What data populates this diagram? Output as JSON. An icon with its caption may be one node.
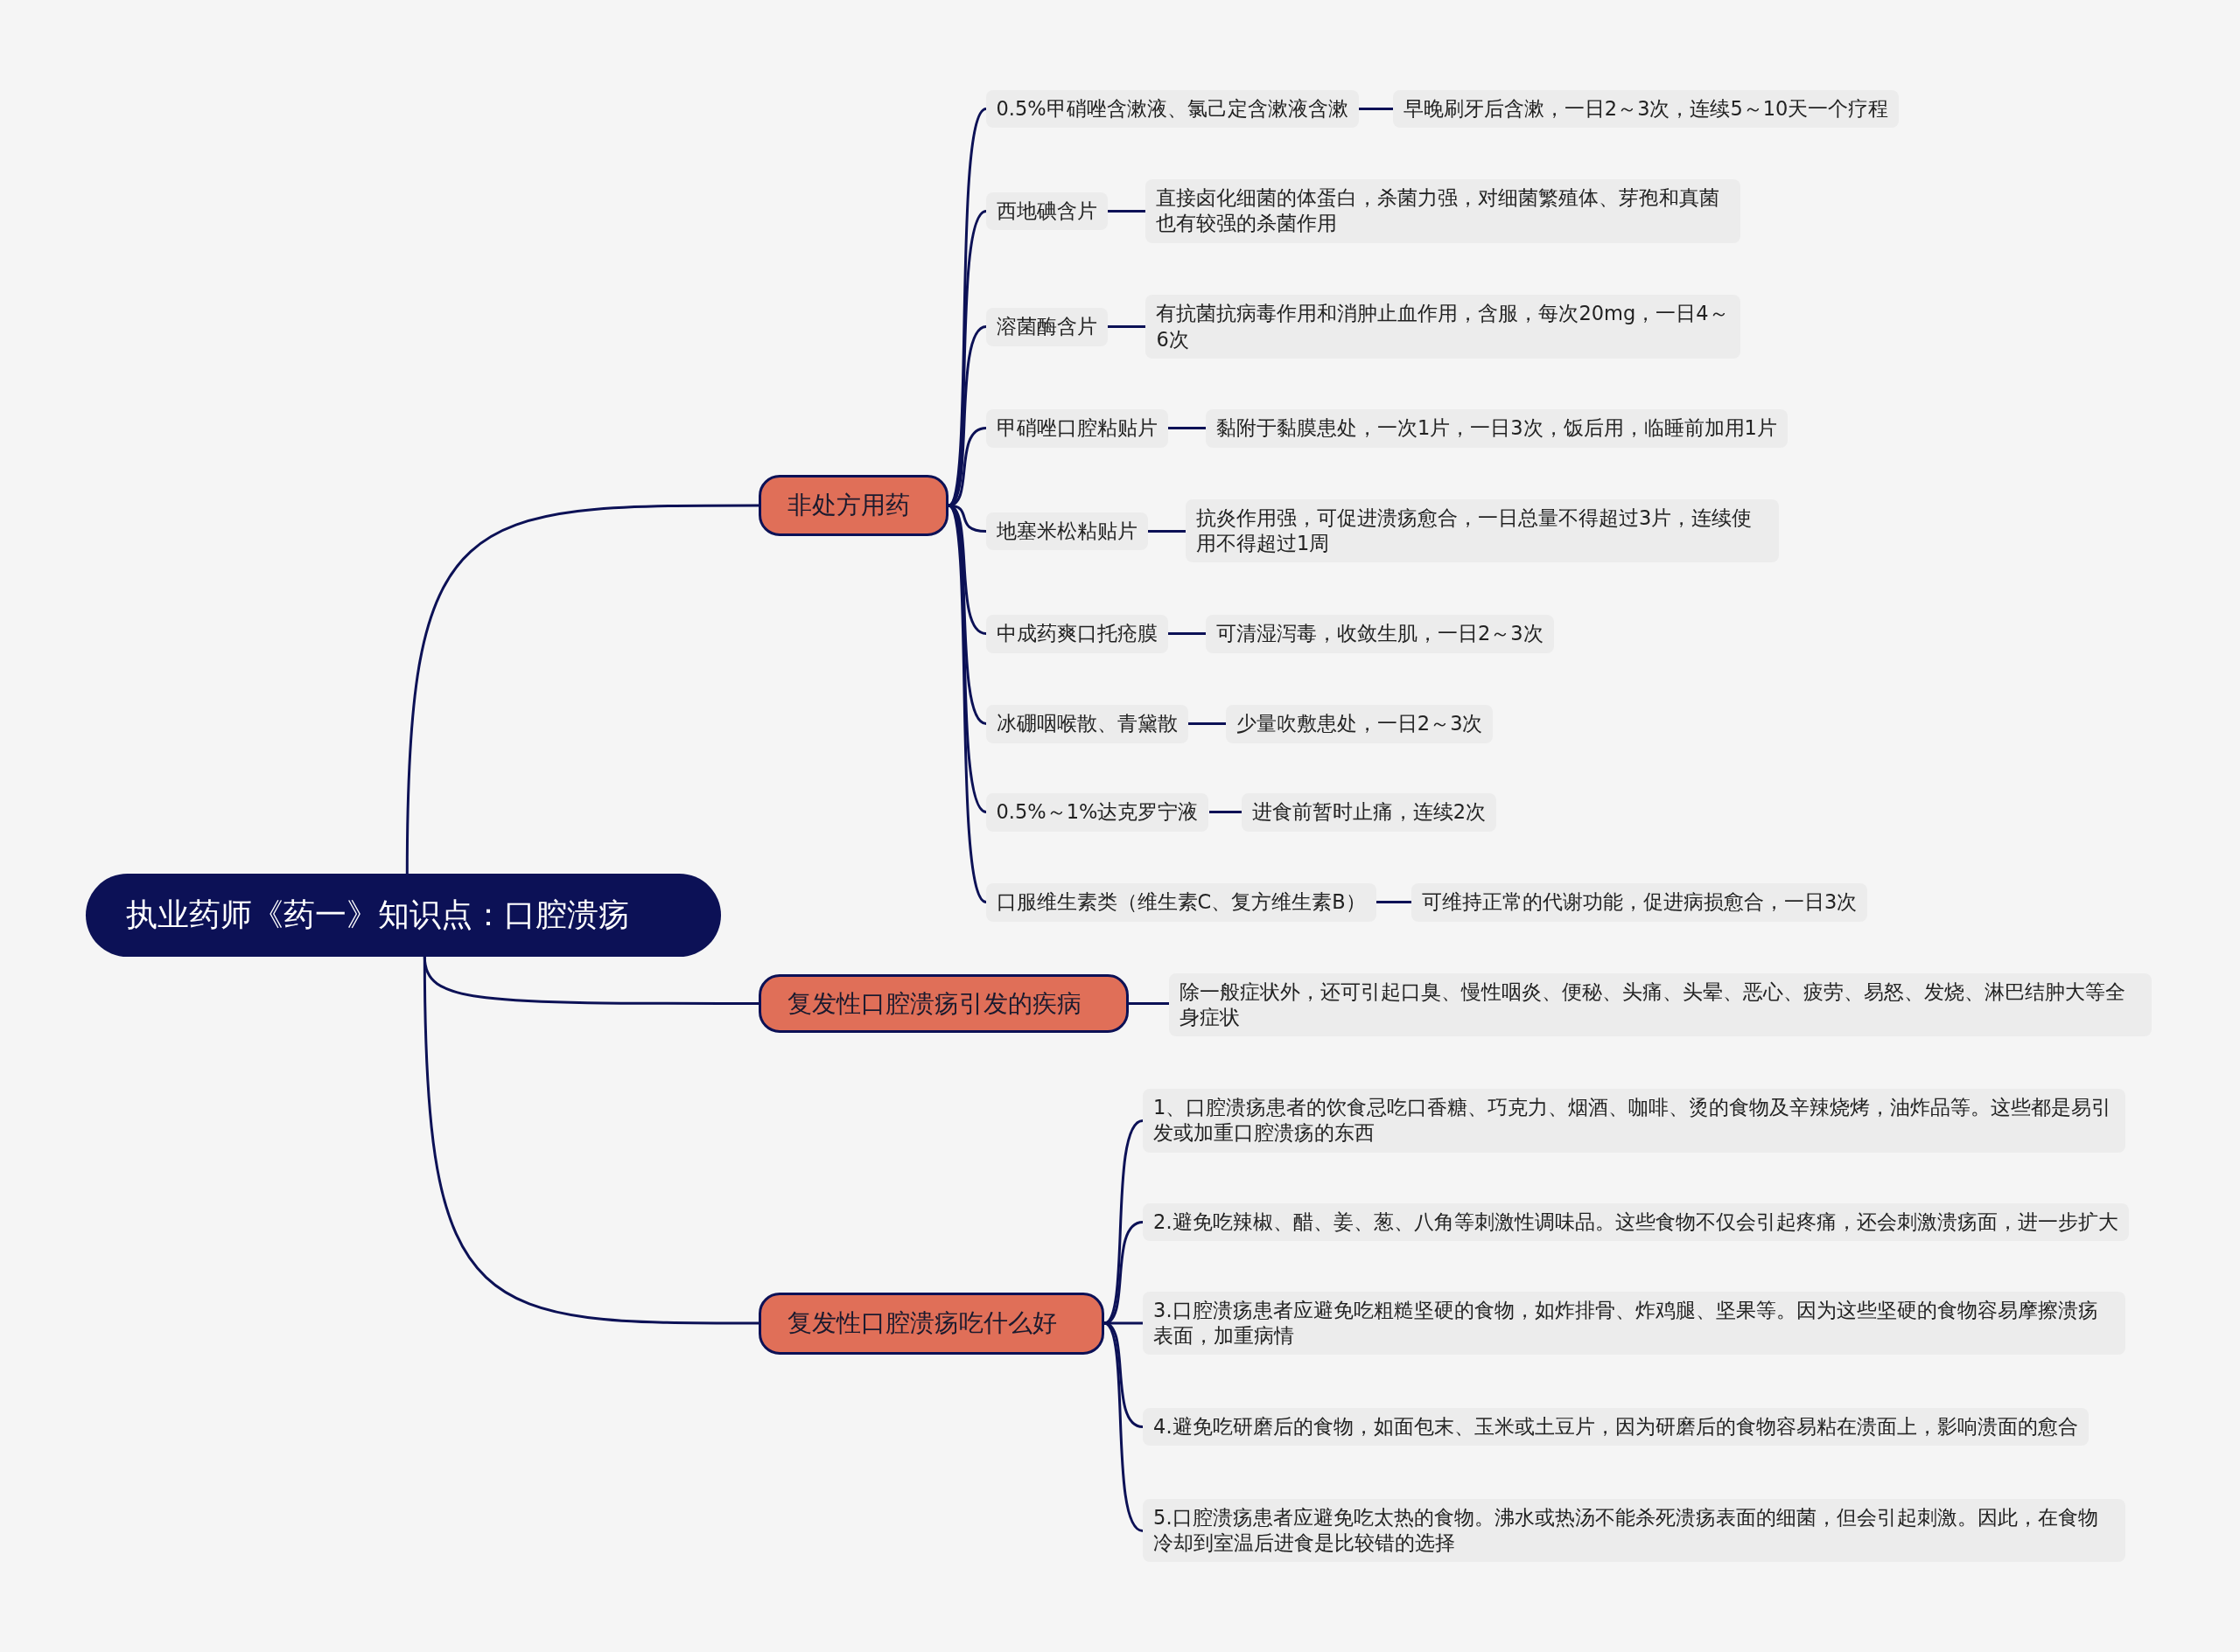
{
  "diagram": {
    "nodes": [
      {
        "text": [
          "执业药师《药一》知识点：口腔溃疡"
        ]
      },
      {
        "text": [
          "非处方用药"
        ]
      },
      {
        "text": [
          "0.5%甲硝唑含漱液、氯己定含漱液含漱"
        ]
      },
      {
        "text": [
          "早晚刷牙后含漱，一日2～3次，连续5～10天一个疗程"
        ]
      },
      {
        "text": [
          "西地碘含片"
        ]
      },
      {
        "text": [
          "直接卤化细菌的体蛋白，杀菌力强，对细菌繁殖体、芽孢和真菌也有较强的杀菌作用"
        ]
      },
      {
        "text": [
          "溶菌酶含片"
        ]
      },
      {
        "text": [
          "有抗菌抗病毒作用和消肿止血作用，含服，每次20mg，一日4～6次"
        ]
      },
      {
        "text": [
          "甲硝唑口腔粘贴片"
        ]
      },
      {
        "text": [
          "黏附于黏膜患处，一次1片，一日3次，饭后用，临睡前加用1片"
        ]
      },
      {
        "text": [
          "地塞米松粘贴片"
        ]
      },
      {
        "text": [
          "抗炎作用强，可促进溃疡愈合，一日总量不得超过3片，连续使用不得超过1周"
        ]
      },
      {
        "text": [
          "中成药爽口托疮膜"
        ]
      },
      {
        "text": [
          "可清湿泻毒，收敛生肌，一日2～3次"
        ]
      },
      {
        "text": [
          "冰硼咽喉散、青黛散"
        ]
      },
      {
        "text": [
          "少量吹敷患处，一日2～3次"
        ]
      },
      {
        "text": [
          "0.5%～1%达克罗宁液"
        ]
      },
      {
        "text": [
          "进食前暂时止痛，连续2次"
        ]
      },
      {
        "text": [
          "口服维生素类（维生素C、复方维生素B）"
        ]
      },
      {
        "text": [
          "可维持正常的代谢功能，促进病损愈合，一日3次"
        ]
      },
      {
        "text": [
          "复发性口腔溃疡引发的疾病"
        ]
      },
      {
        "text": [
          "除一般症状外，还可引起口臭、慢性咽炎、便秘、头痛、头晕、恶心、疲劳、易怒、发烧、淋巴结肿大等全身症状"
        ]
      },
      {
        "text": [
          "复发性口腔溃疡吃什么好"
        ]
      },
      {
        "text": [
          "1、口腔溃疡患者的饮食忌吃口香糖、巧克力、烟酒、咖啡、烫的食物及辛辣烧烤，油炸品等。这些都是易引发或加重口腔溃疡的东西"
        ]
      },
      {
        "text": [
          "2.避免吃辣椒、醋、姜、葱、八角等刺激性调味品。这些食物不仅会引起疼痛，还会刺激溃疡面，进一步扩大"
        ]
      },
      {
        "text": [
          "3.口腔溃疡患者应避免吃粗糙坚硬的食物，如炸排骨、炸鸡腿、坚果等。因为这些坚硬的食物容易摩擦溃疡表面，加重病情"
        ]
      },
      {
        "text": [
          "4.避免吃研磨后的食物，如面包末、玉米或土豆片，因为研磨后的食物容易粘在溃面上，影响溃面的愈合"
        ]
      },
      {
        "text": [
          "5.口腔溃疡患者应避免吃太热的食物。沸水或热汤不能杀死溃疡表面的细菌，但会引起刺激。因此，在食物冷却到室温后进食是比较错的选择"
        ]
      }
    ],
    "edges": [
      {
        "from": 0,
        "to": 1,
        "arrow": "none"
      },
      {
        "from": 1,
        "to": 2,
        "arrow": "none"
      },
      {
        "from": 2,
        "to": 3,
        "arrow": "none"
      },
      {
        "from": 1,
        "to": 4,
        "arrow": "none"
      },
      {
        "from": 4,
        "to": 5,
        "arrow": "none"
      },
      {
        "from": 1,
        "to": 6,
        "arrow": "none"
      },
      {
        "from": 6,
        "to": 7,
        "arrow": "none"
      },
      {
        "from": 1,
        "to": 8,
        "arrow": "none"
      },
      {
        "from": 8,
        "to": 9,
        "arrow": "none"
      },
      {
        "from": 1,
        "to": 10,
        "arrow": "none"
      },
      {
        "from": 10,
        "to": 11,
        "arrow": "none"
      },
      {
        "from": 1,
        "to": 12,
        "arrow": "none"
      },
      {
        "from": 12,
        "to": 13,
        "arrow": "none"
      },
      {
        "from": 1,
        "to": 14,
        "arrow": "none"
      },
      {
        "from": 14,
        "to": 15,
        "arrow": "none"
      },
      {
        "from": 1,
        "to": 16,
        "arrow": "none"
      },
      {
        "from": 16,
        "to": 17,
        "arrow": "none"
      },
      {
        "from": 1,
        "to": 18,
        "arrow": "none"
      },
      {
        "from": 18,
        "to": 19,
        "arrow": "none"
      },
      {
        "from": 0,
        "to": 20,
        "arrow": "none"
      },
      {
        "from": 20,
        "to": 21,
        "arrow": "none"
      },
      {
        "from": 0,
        "to": 22,
        "arrow": "none"
      },
      {
        "from": 22,
        "to": 23,
        "arrow": "none"
      },
      {
        "from": 22,
        "to": 24,
        "arrow": "none"
      },
      {
        "from": 22,
        "to": 25,
        "arrow": "none"
      },
      {
        "from": 22,
        "to": 26,
        "arrow": "none"
      },
      {
        "from": 22,
        "to": 27,
        "arrow": "none"
      }
    ]
  }
}
